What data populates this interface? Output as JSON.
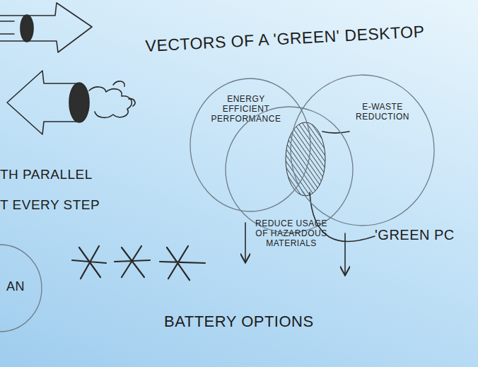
{
  "diagram": {
    "title": "VECTORS OF A 'GREEN' DESKTOP",
    "nodes": [
      {
        "text": [
          "ENERGY EFFICIENT PERFORMANCE"
        ]
      },
      {
        "text": [
          "E-WASTE REDUCTION"
        ]
      },
      {
        "text": [
          "REDUCE USAGE OF HAZARDOUS MATERIALS"
        ]
      },
      {
        "text": [
          "AN"
        ]
      }
    ],
    "labels": [
      "TH PARALLEL",
      "T EVERY STEP",
      "'GREEN PC",
      "BATTERY OPTIONS"
    ]
  }
}
